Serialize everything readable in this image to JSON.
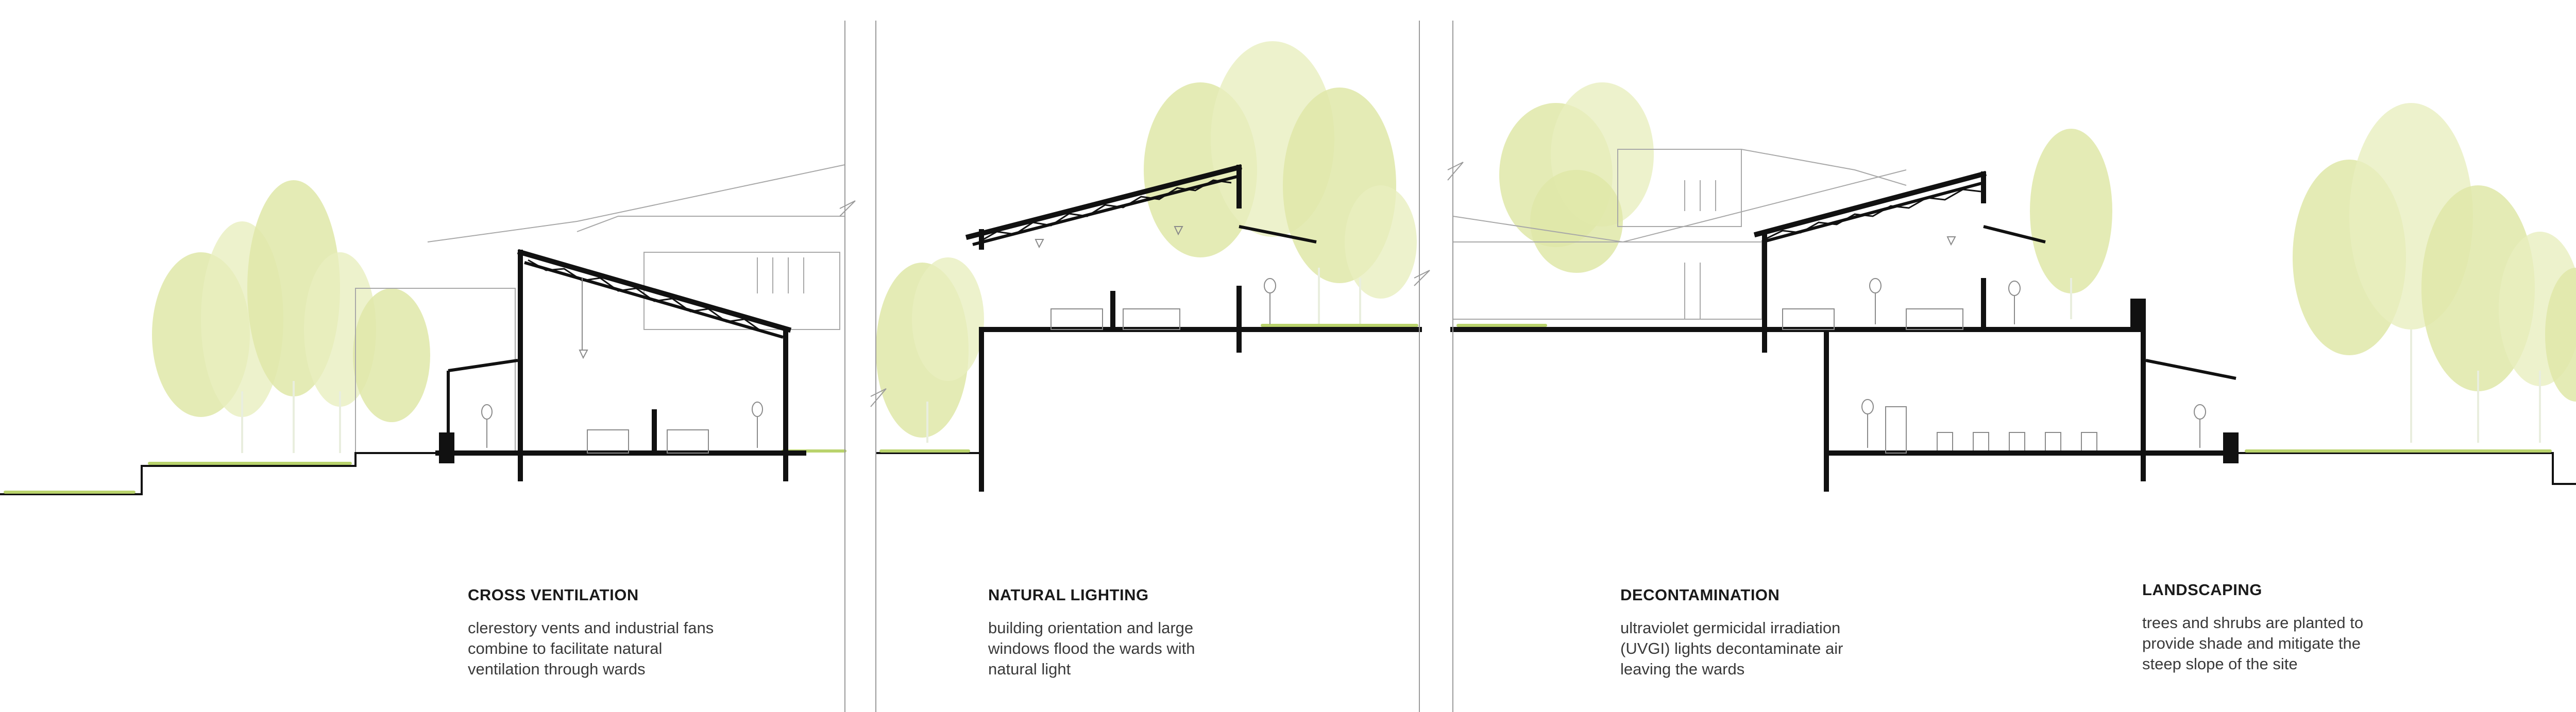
{
  "sections": [
    {
      "title": "CROSS VENTILATION",
      "lines": [
        "clerestory vents and industrial fans",
        "combine to facilitate natural",
        "ventilation through wards"
      ]
    },
    {
      "title": "NATURAL LIGHTING",
      "lines": [
        "building orientation and large",
        "windows flood the wards with",
        "natural light"
      ]
    },
    {
      "title": "DECONTAMINATION",
      "lines": [
        "ultraviolet germicidal irradiation",
        "(UVGI) lights decontaminate air",
        "leaving the wards"
      ]
    },
    {
      "title": "LANDSCAPING",
      "lines": [
        "trees and shrubs are planted to",
        "provide shade and mitigate the",
        "steep slope of the site"
      ]
    }
  ],
  "colors": {
    "foliage": "#dfe8a8",
    "grass": "#b9d36c",
    "structure": "#111111",
    "background_building": "#a8a8a8"
  }
}
